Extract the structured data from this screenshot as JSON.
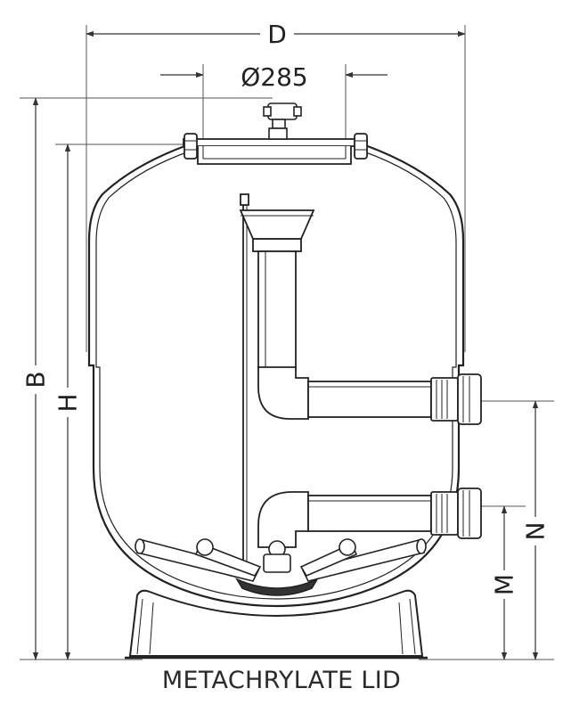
{
  "dimensions": {
    "D": "D",
    "diameter": "Ø285",
    "B": "B",
    "H": "H",
    "N": "N",
    "M": "M"
  },
  "caption": "METACHRYLATE LID"
}
